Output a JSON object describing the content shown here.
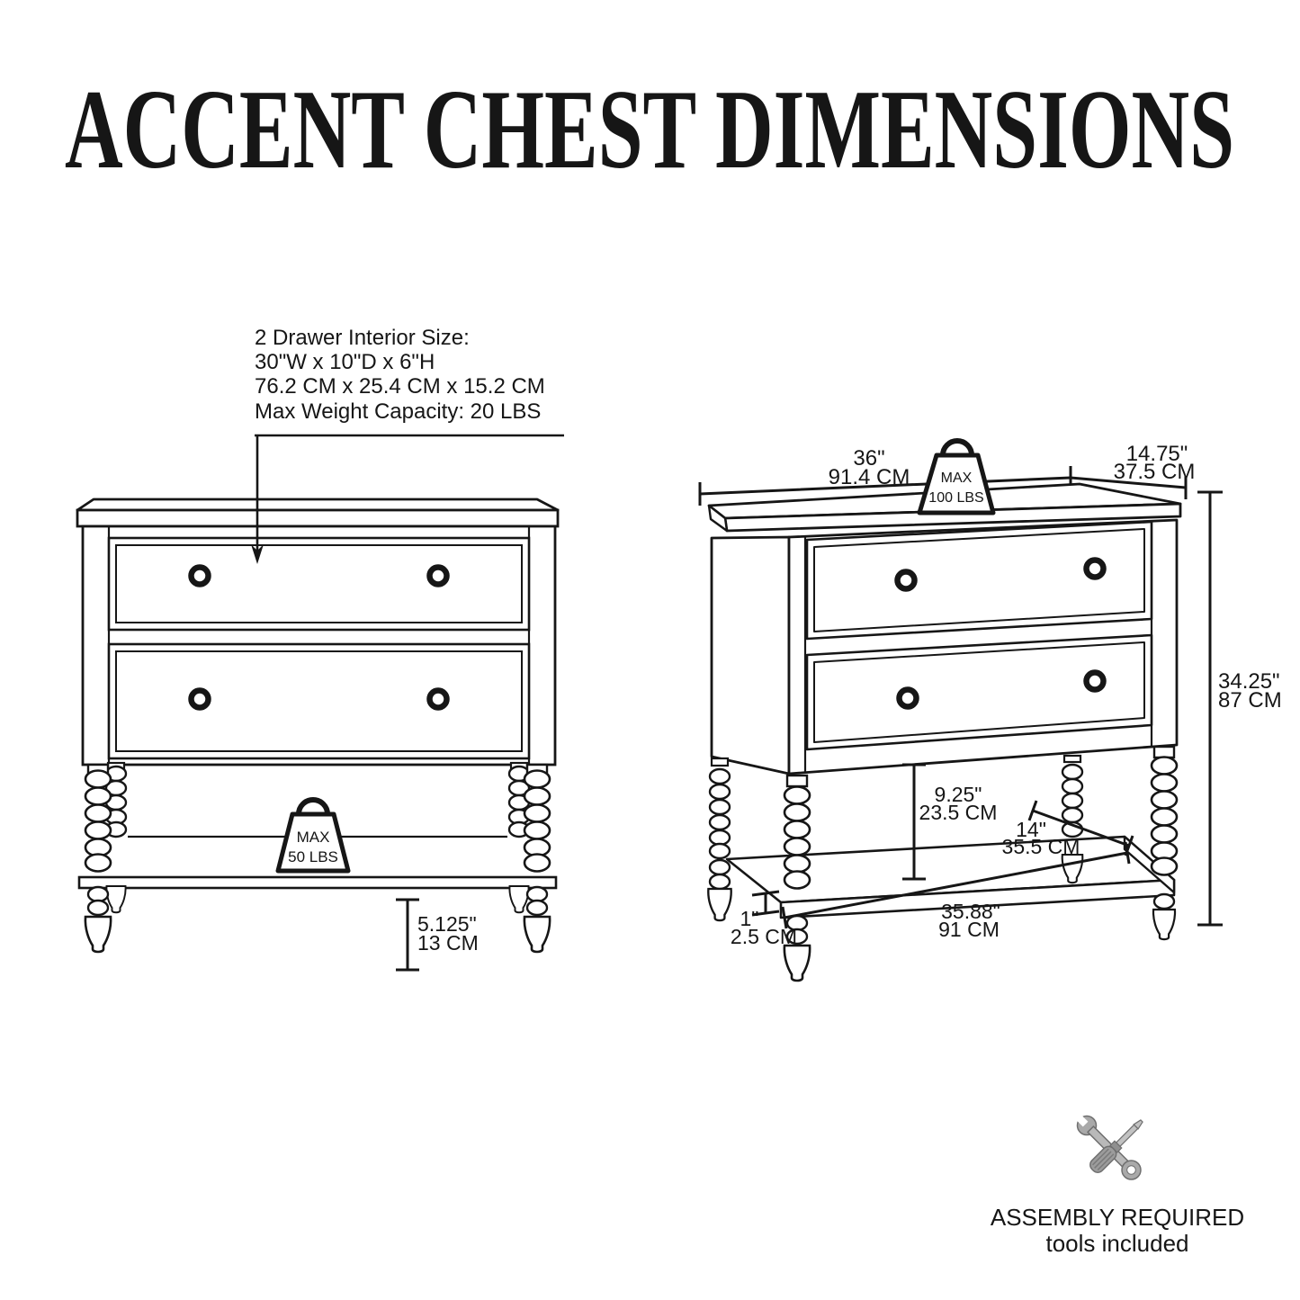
{
  "title": "ACCENT CHEST DIMENSIONS",
  "colors": {
    "ink": "#161616",
    "background": "#ffffff",
    "tool_gray": "#a9a9a9"
  },
  "front_view": {
    "callout": {
      "line1": "2 Drawer Interior Size:",
      "line2": "30\"W x 10\"D x 6\"H",
      "line3": "76.2 CM x 25.4 CM x 15.2 CM",
      "line4": "Max Weight Capacity: 20 LBS"
    },
    "shelf_weight_badge": {
      "icon": "weight-icon",
      "line1": "MAX",
      "line2": "50 LBS"
    },
    "shelf_clearance": {
      "inches": "5.125\"",
      "cm": "13 CM"
    }
  },
  "perspective_view": {
    "top_weight_badge": {
      "icon": "weight-icon",
      "line1": "MAX",
      "line2": "100 LBS"
    },
    "width": {
      "inches": "36\"",
      "cm": "91.4 CM"
    },
    "depth": {
      "inches": "14.75\"",
      "cm": "37.5 CM"
    },
    "height": {
      "inches": "34.25\"",
      "cm": "87 CM"
    },
    "shelf_clearance": {
      "inches": "9.25\"",
      "cm": "23.5 CM"
    },
    "shelf_depth": {
      "inches": "14\"",
      "cm": "35.5 CM"
    },
    "shelf_width": {
      "inches": "35.88\"",
      "cm": "91 CM"
    },
    "shelf_thickness": {
      "inches": "1\"",
      "cm": "2.5 CM"
    }
  },
  "assembly_note": {
    "icon": "crossed-tools-icon",
    "line1": "ASSEMBLY REQUIRED",
    "line2": "tools included"
  }
}
